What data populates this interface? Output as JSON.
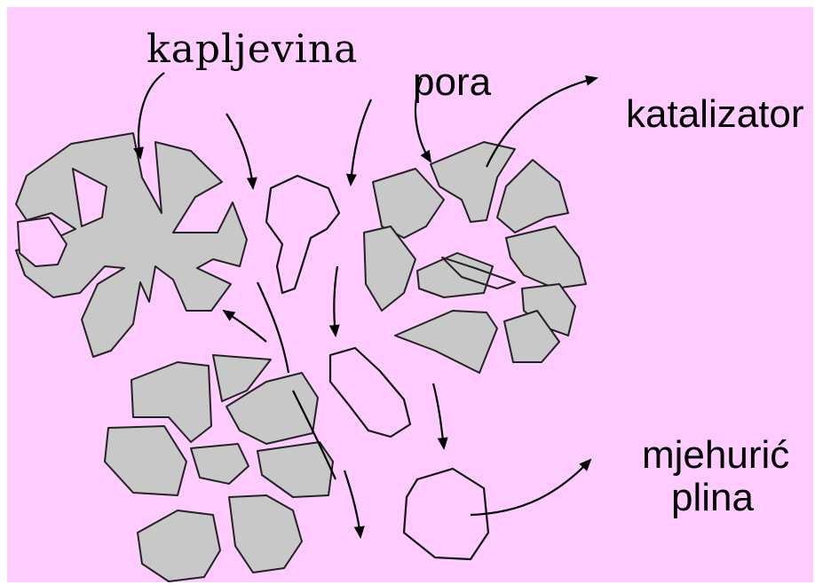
{
  "labels": {
    "liquid": "kapljevina",
    "pore": "pora",
    "catalyst": "katalizator",
    "bubble_line1": "mjehurić",
    "bubble_line2": "plina"
  },
  "colors": {
    "background": "#ffccff",
    "catalyst_fill": "#c8c8c8",
    "outline": "#222222"
  }
}
